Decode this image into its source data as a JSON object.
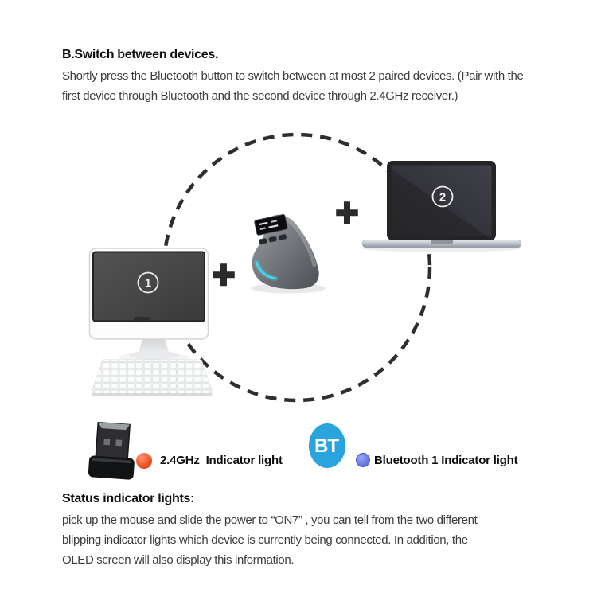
{
  "instructions": {
    "heading": "B.Switch between devices.",
    "body_lines": [
      "Shortly press the Bluetooth button to switch between at most 2 paired devices. (Pair with the",
      "first device through Bluetooth and the second device through 2.4GHz receiver.)"
    ]
  },
  "diagram": {
    "device1_label": "1",
    "device2_label": "2",
    "plus_sign": "+",
    "dash_color": "#2e2e2e",
    "mouse_led_color": "#44d4ea"
  },
  "legend": {
    "receiver_label": "2.4GHz  Indicator light",
    "receiver_dot_color": "#ea4d1f",
    "bt_badge_text": "BT",
    "bt_badge_color": "#29a4dc",
    "bluetooth_label": "Bluetooth 1 Indicator light",
    "bluetooth_dot_color": "#6a77e3"
  },
  "status": {
    "heading": "Status indicator lights:",
    "body_lines": [
      "pick up the mouse and slide the power to  “ON7” , you can tell from the two different",
      "blipping indicator lights which device is currently being connected. In addition, the",
      "OLED screen will also display this information."
    ]
  }
}
